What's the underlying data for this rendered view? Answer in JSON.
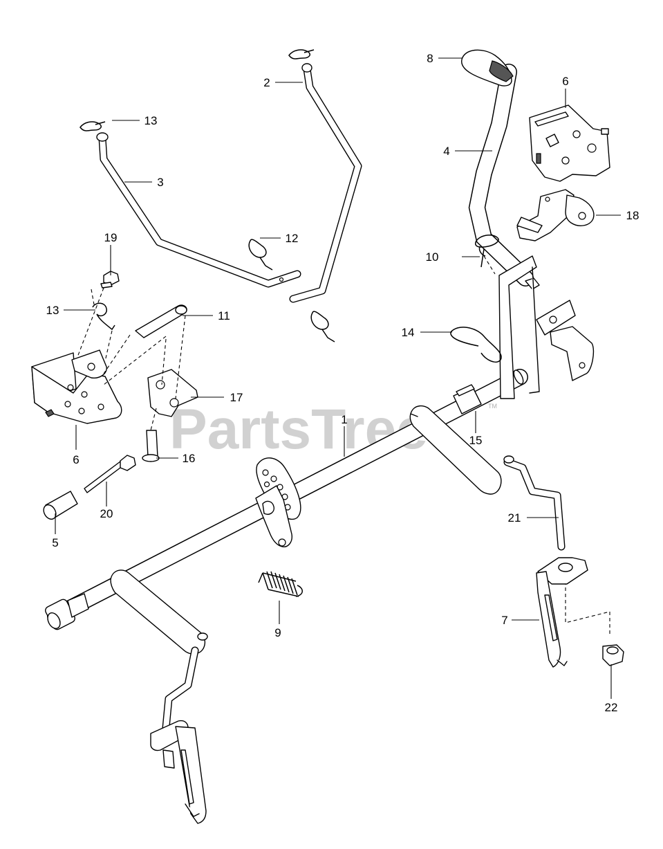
{
  "watermark": {
    "text": "PartsTree",
    "trademark": "TM"
  },
  "callouts": [
    {
      "id": "c1",
      "label": "1"
    },
    {
      "id": "c2",
      "label": "2"
    },
    {
      "id": "c3",
      "label": "3"
    },
    {
      "id": "c4",
      "label": "4"
    },
    {
      "id": "c5",
      "label": "5"
    },
    {
      "id": "c6a",
      "label": "6"
    },
    {
      "id": "c6b",
      "label": "6"
    },
    {
      "id": "c7",
      "label": "7"
    },
    {
      "id": "c8",
      "label": "8"
    },
    {
      "id": "c9",
      "label": "9"
    },
    {
      "id": "c10",
      "label": "10"
    },
    {
      "id": "c11",
      "label": "11"
    },
    {
      "id": "c12",
      "label": "12"
    },
    {
      "id": "c13a",
      "label": "13"
    },
    {
      "id": "c13b",
      "label": "13"
    },
    {
      "id": "c14",
      "label": "14"
    },
    {
      "id": "c15",
      "label": "15"
    },
    {
      "id": "c16",
      "label": "16"
    },
    {
      "id": "c17",
      "label": "17"
    },
    {
      "id": "c18",
      "label": "18"
    },
    {
      "id": "c19",
      "label": "19"
    },
    {
      "id": "c20",
      "label": "20"
    },
    {
      "id": "c21",
      "label": "21"
    },
    {
      "id": "c22",
      "label": "22"
    }
  ]
}
